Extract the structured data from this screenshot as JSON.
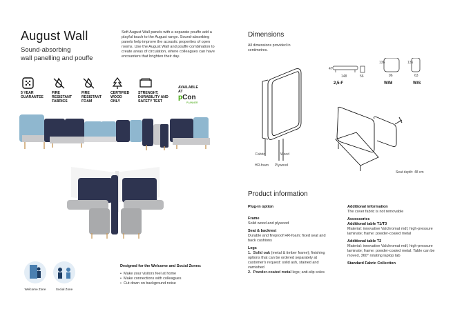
{
  "left": {
    "title": "August Wall",
    "subtitle_line1": "Sound-absorbing",
    "subtitle_line2": "wall panelling and pouffe",
    "intro": "Soft August Wall panels with a separate pouffe add a playful touch to the August range. Sound-absorbing panels help improve the acoustic properties of open rooms. Use the August Wall and pouffe combination to create areas of circulation, where colleagues can have encounters that brighten their day.",
    "features": [
      {
        "icon": "guarantee-icon",
        "line1": "5 YEAR",
        "line2": "GUARANTEE",
        "line3": ""
      },
      {
        "icon": "flame-icon",
        "line1": "FIRE",
        "line2": "RESISTANT",
        "line3": "FABRICS"
      },
      {
        "icon": "flame-icon",
        "line1": "FIRE",
        "line2": "RESISTANT",
        "line3": "FOAM"
      },
      {
        "icon": "pefc-tree-icon",
        "line1": "CERTIFIED",
        "line2": "WOOD",
        "line3": "ONLY"
      },
      {
        "icon": "test-icon",
        "line1": "STRENGHT,",
        "line2": "DURABILITY AND",
        "line3": "SAFETY TEST"
      }
    ],
    "available": {
      "line1": "AVAILABLE",
      "line2": "AT",
      "pcon_p": "p",
      "pcon_rest": "Con",
      "planner": "PLANNER"
    },
    "zones": [
      {
        "icon": "welcome-zone-icon",
        "label": "Welcome Zone"
      },
      {
        "icon": "social-zone-icon",
        "label": "Social Zone"
      }
    ],
    "designed_title": "Designed for the Welcome and Social Zones:",
    "designed_bullets": [
      "Make your visitors feel at home",
      "Make connections with colleagues",
      "Cut down on background noise"
    ],
    "colors": {
      "navy": "#2e3450",
      "lightblue": "#8fb7cf",
      "grey": "#c9c9cb",
      "wood": "#c89a5e"
    }
  },
  "right": {
    "dimensions_title": "Dimensions",
    "dimensions_note": "All dimensions provided in centimetres.",
    "dims": {
      "bench_w": "148",
      "bench_h": "47",
      "bench_d": "56",
      "bench_name": "2,5-F",
      "wm_w": "96",
      "wm_h": "136",
      "wm_name": "W/M",
      "ws_w": "63",
      "ws_h": "136",
      "ws_name": "W/S"
    },
    "callouts": {
      "fabric": "Fabric",
      "wood": "Wood",
      "hr_foam": "HR-foam",
      "plywood": "Plywood"
    },
    "seat_depth": "Seat depth: 48 cm",
    "product_title": "Product information",
    "col1": [
      {
        "head": "Plug-in option",
        "body": ""
      },
      {
        "head": "Frame",
        "body": "Solid wood and plywood"
      },
      {
        "head": "Seat & backrest",
        "body": "Durable and fireproof HR-foam; fixed seat and back cushions"
      },
      {
        "head": "Legs",
        "body": ""
      }
    ],
    "legs_1_bold": "Solid oak",
    "legs_1_rest": " (metal & timber frame); finishing options that can be ordered separately at customer's request: solid ash, stained and varnished",
    "legs_2_bold": "Powder-coated metal",
    "legs_2_rest": " legs; anti-slip soles",
    "col2": [
      {
        "head": "Additional information",
        "body": "The cover fabric is not removable"
      },
      {
        "head": "Accessories",
        "body": ""
      },
      {
        "head": "Additional table T1/T3",
        "body": "Material: innovative Valchromat mdf, high-pressure laminate; frame: powder-coated metal"
      },
      {
        "head": "Additional table T2",
        "body": "Material: innovative Valchromat mdf, high-pressure laminate; frame: powder-coated metal. Table can be moved, 360° rotating laptop tab"
      },
      {
        "head": "Standard Fabric Collection",
        "body": ""
      }
    ]
  }
}
